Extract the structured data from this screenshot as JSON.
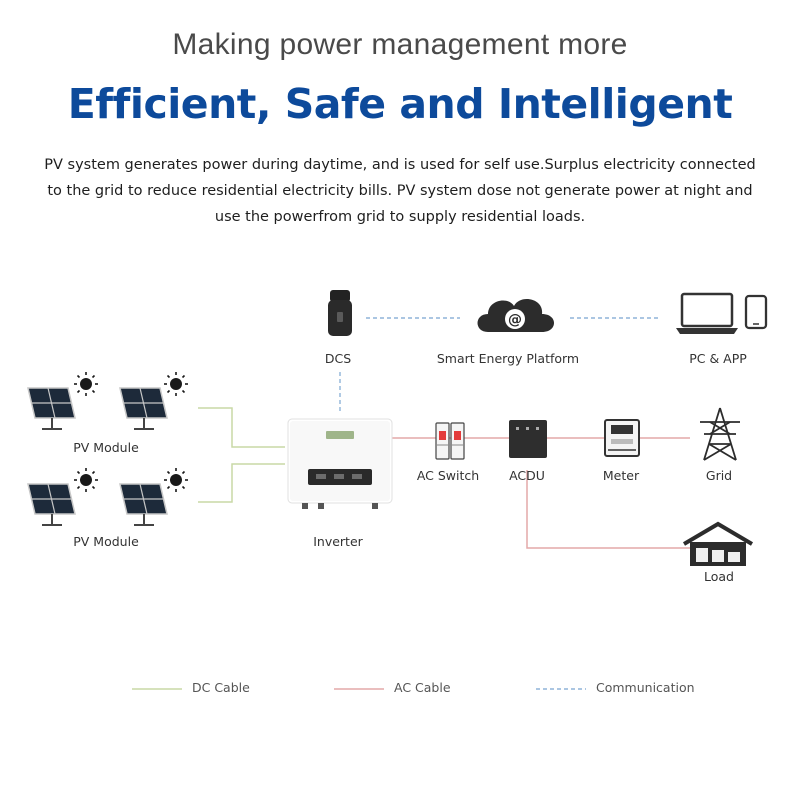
{
  "header": {
    "title": "Making power management more",
    "headline": "Efficient, Safe and Intelligent",
    "description": "PV system generates power during daytime, and is used for self use.Surplus electricity connected to the grid to reduce residential electricity bills. PV system dose not generate power at night and use the powerfrom grid to supply residential loads."
  },
  "diagram": {
    "nodes": {
      "pv_module_1": "PV Module",
      "pv_module_2": "PV Module",
      "dcs": "DCS",
      "smart_energy_platform": "Smart Energy Platform",
      "pc_app": "PC & APP",
      "inverter": "Inverter",
      "ac_switch": "AC Switch",
      "acdu": "ACDU",
      "meter": "Meter",
      "grid": "Grid",
      "load": "Load"
    },
    "icons": {
      "cloud": "@"
    }
  },
  "legend": {
    "dc_cable": "DC Cable",
    "ac_cable": "AC Cable",
    "communication": "Communication"
  },
  "colors": {
    "headline": "#0d4a9b",
    "dc_cable": "#c9d9a6",
    "ac_cable": "#e3a9a9",
    "communication": "#8fb3d9"
  }
}
